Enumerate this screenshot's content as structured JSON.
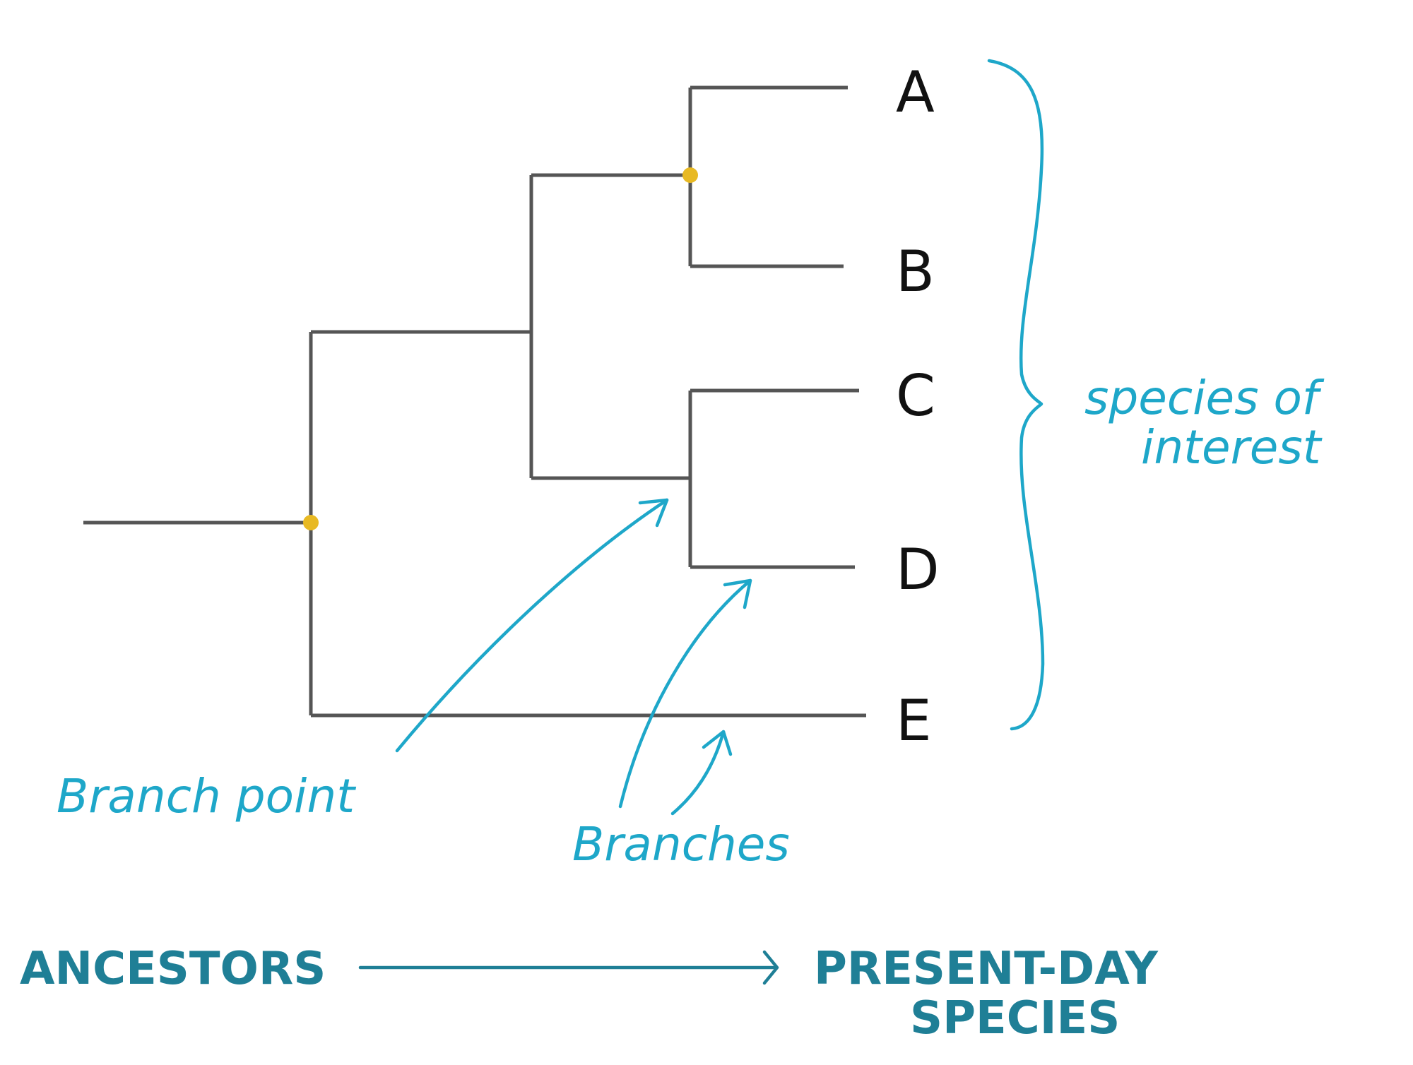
{
  "tree": {
    "leaves": [
      "A",
      "B",
      "C",
      "D",
      "E"
    ]
  },
  "annotations": {
    "branch_point": "Branch point",
    "branches": "Branches",
    "species_of": "species of",
    "interest": "interest"
  },
  "axis": {
    "left": "ANCESTORS",
    "right_line1": "PRESENT-DAY",
    "right_line2": "SPECIES"
  },
  "colors": {
    "tree": "#555555",
    "node": "#e8b923",
    "annotation": "#1ea7c9",
    "axis": "#1f7f96"
  }
}
